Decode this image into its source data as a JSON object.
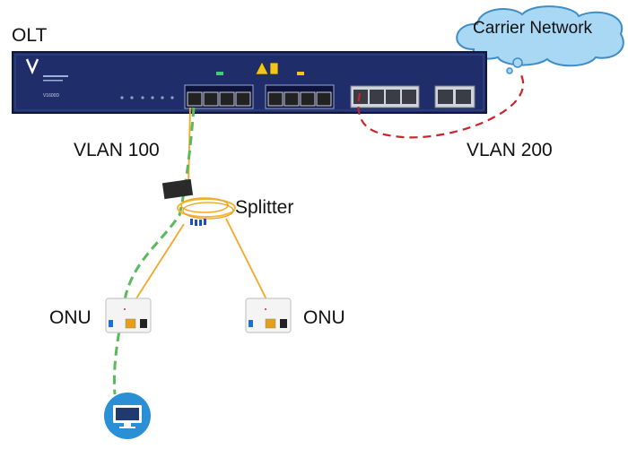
{
  "labels": {
    "olt": "OLT",
    "cloud": "Carrier Network",
    "vlan100": "VLAN 100",
    "vlan200": "VLAN 200",
    "splitter": "Splitter",
    "onu_left": "ONU",
    "onu_right": "ONU"
  },
  "device": {
    "model": "V1600D"
  },
  "colors": {
    "olt_body": "#1f2d6a",
    "fiber": "#f5a623",
    "vlan100_path": "#5cb85c",
    "vlan200_path": "#c9252b",
    "cloud": "#a9d8f5",
    "monitor_icon": "#2b8fd6"
  },
  "icons": [
    "olt-chassis",
    "cloud-icon",
    "splitter-icon",
    "onu-icon",
    "monitor-icon"
  ]
}
